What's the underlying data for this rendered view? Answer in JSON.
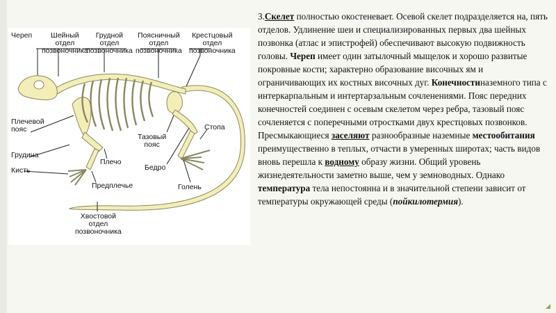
{
  "colors": {
    "bone": "#f2eeb6",
    "bone_outline": "#8a8660",
    "leader_line": "#222222",
    "accent": "#8bb04a"
  },
  "figure": {
    "labels": {
      "skull": "Череп",
      "cervical": [
        "Шейный",
        "отдел",
        "позвоночника"
      ],
      "thoracic": [
        "Грудной",
        "отдел",
        "позвоночника"
      ],
      "lumbar": [
        "Поясничный",
        "отдел",
        "позвоночника"
      ],
      "sacral": [
        "Крестцовый",
        "отдел",
        "позвоночника"
      ],
      "shoulder_girdle": [
        "Плечевой",
        "пояс"
      ],
      "sternum": "Грудина",
      "hand": "Кисть",
      "humerus": "Плечо",
      "forearm": "Предплечье",
      "pelvic_girdle": [
        "Тазовый",
        "пояс"
      ],
      "femur": "Бедро",
      "foot": "Стопа",
      "shin": "Голень",
      "caudal": [
        "Хвостовой",
        "отдел",
        "позвоночника"
      ]
    }
  },
  "text": {
    "p1_num": "3.",
    "p1_b1": "Скелет",
    "p1_t1": " полностью окостеневает. Осевой скелет подразделяется на, пять отделов. Удлинение шеи и специализированных первых два шейных позвонка (атлас и эпистрофей) обеспечивают высокую подвижность головы. ",
    "p1_b2": "Череп",
    "p1_t2": " имеет один затылочный мыщелок и хорошо развитые покровные кости; характерно образование височных ям и ограничивающих их костных височных дуг. ",
    "p1_b3": "Конечности",
    "p1_t3": "наземного типа с интеркарпальным и интертарзальным сочленениями. Пояс передних конечностей соединен с осевым  скелетом через ребра, тазовый пояс сочленяется с поперечными отростками двух крестцовых позвонков.",
    "p2_t1": "Пресмыкающиеся ",
    "p2_b1": "заселяют",
    "p2_t2": " разнообразные наземные ",
    "p2_b2": "местообитания",
    "p2_t3": " преимущественно в теплых, отчасти в умеренных широтах; часть видов вновь перешла к ",
    "p2_b3": "водному",
    "p2_t4": " образу жизни. Общий уровень жизнедеятельности заметно выше, чем у земноводных. Однако ",
    "p2_b4": "температура",
    "p2_t5": " тела непостоянна и в значительной степени зависит от температуры окружающей среды (",
    "p2_b5": "пойкилотермия",
    "p2_t6": ")."
  }
}
